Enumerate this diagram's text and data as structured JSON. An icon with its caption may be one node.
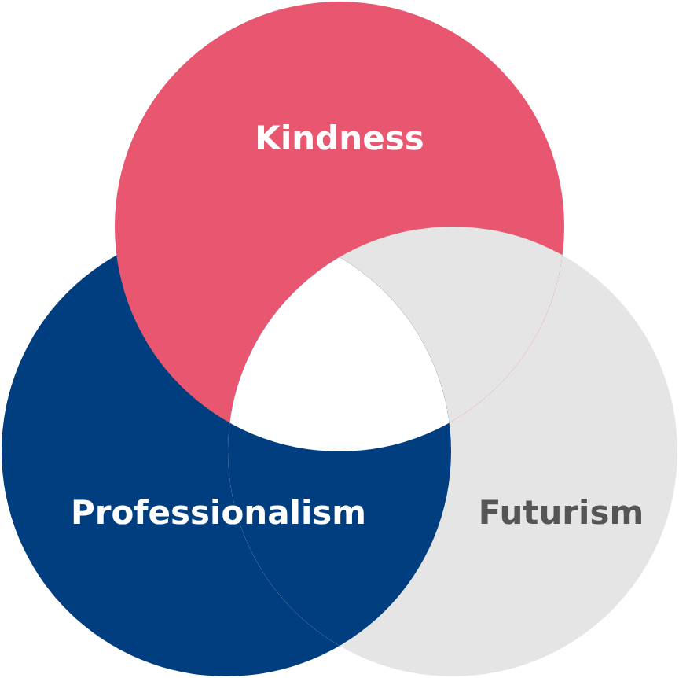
{
  "diagram": {
    "nodes": [
      {
        "text": [
          "Kindness"
        ]
      },
      {
        "text": [
          "Professionalism"
        ]
      },
      {
        "text": [
          "Futurism"
        ]
      }
    ]
  }
}
